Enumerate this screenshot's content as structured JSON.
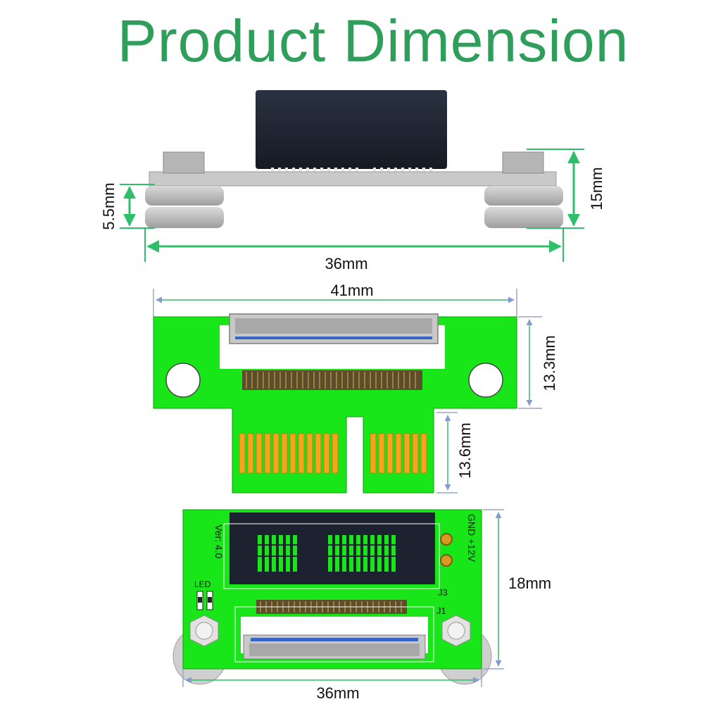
{
  "title": "Product Dimension",
  "side_view": {
    "height_small": "5.5mm",
    "height_total": "15mm",
    "width": "36mm"
  },
  "front_view": {
    "width": "41mm",
    "upper_height": "13.3mm",
    "finger_height": "13.6mm"
  },
  "back_view": {
    "height": "18mm",
    "width": "36mm",
    "version_label": "Ver: 4.0",
    "power_label": "GND +12V",
    "led_label": "LED",
    "j3_label": "J3",
    "j1_label": "J1"
  },
  "colors": {
    "title": "#2f9e5b",
    "pcb_green": "#19e619",
    "dimension_green": "#2fbf6a",
    "dimension_gray": "#9aa7c4",
    "connector_black": "#1c2230",
    "gold_finger": "#f4a51c"
  }
}
